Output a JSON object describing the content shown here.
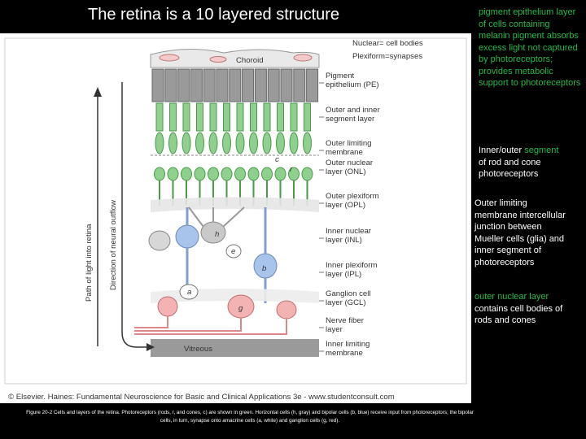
{
  "slide": {
    "title": "The retina is a 10 layered structure"
  },
  "figure": {
    "legend_nuclear": "Nuclear= cell bodies",
    "legend_plexiform": "Plexiform=synapses",
    "choroid_label": "Choroid",
    "vitreous_label": "Vitreous",
    "axis_light": "Path of light into retina",
    "axis_neural": "Direction of neural outflow",
    "layer_labels": [
      "Pigment epithelium (PE)",
      "Outer and inner segment layer",
      "Outer limiting membrane",
      "Outer nuclear layer (ONL)",
      "Outer plexiform layer (OPL)",
      "Inner nuclear layer (INL)",
      "Inner plexiform layer (IPL)",
      "Ganglion cell layer (GCL)",
      "Nerve fiber layer",
      "Inner limiting membrane"
    ],
    "cell_letters": {
      "cone": "c",
      "rod": "r",
      "horizontal": "h",
      "bipolar": "b",
      "amacrine_e": "e",
      "amacrine": "a",
      "ganglion": "g"
    },
    "copyright": "© Elsevier. Haines: Fundamental Neuroscience for Basic and Clinical Applications 3e - www.studentconsult.com",
    "colors": {
      "receptor_green": "#8fd08f",
      "bipolar_blue": "#a8c4ea",
      "horizontal_gray": "#c9c9c9",
      "ganglion_red": "#f3b3b3",
      "pigment_gray": "#9a9a9a"
    }
  },
  "notes": {
    "pigment": "pigment epithelium layer of cells containing melanin pigment absorbs excess light not captured by photoreceptors; provides metabolic support to photoreceptors",
    "segment_a": "Inner/outer",
    "segment_b": "segment",
    "segment_c": "of rod and cone photoreceptors",
    "olm": "Outer limiting membrane intercellular junction between Mueller cells (glia) and inner segment of photoreceptors",
    "onl_a": "outer nuclear layer",
    "onl_b": "contains cell bodies of rods and cones"
  },
  "caption": "Figure 20-2 Cells and layers of the retina. Photoreceptors (rods, r, and cones, c) are shown in green. Horizontal cells (h, gray) and bipolar cells (b, blue) receive input from photoreceptors; the bipolar cells, in turn, synapse onto amacrine cells (a, white) and ganglion cells (g, red)."
}
